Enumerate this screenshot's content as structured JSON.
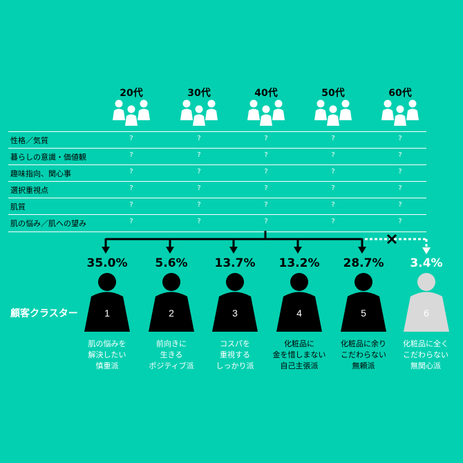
{
  "age_groups": [
    "20代",
    "30代",
    "40代",
    "50代",
    "60代"
  ],
  "row_labels": [
    "性格／気質",
    "暮らしの意識・価値観",
    "趣味指向、関心事",
    "選択重視点",
    "肌質",
    "肌の悩み／肌への望み"
  ],
  "cell_value": "?",
  "cluster_title": "顧客クラスター",
  "clusters": [
    {
      "number": "1",
      "percent": "35.0%",
      "desc": [
        "肌の悩みを",
        "解決したい",
        "慎重派"
      ],
      "selected": true
    },
    {
      "number": "2",
      "percent": "5.6%",
      "desc": [
        "前向きに",
        "生きる",
        "ポジティブ派"
      ],
      "selected": true
    },
    {
      "number": "3",
      "percent": "13.7%",
      "desc": [
        "コスパを",
        "重視する",
        "しっかり派"
      ],
      "selected": true
    },
    {
      "number": "4",
      "percent": "13.2%",
      "desc": [
        "化粧品に",
        "金を惜しまない",
        "自己主張派"
      ],
      "selected": true
    },
    {
      "number": "5",
      "percent": "28.7%",
      "desc": [
        "化粧品に余り",
        "こだわらない",
        "無頼派"
      ],
      "selected": true
    },
    {
      "number": "6",
      "percent": "3.4%",
      "desc": [
        "化粧品に全く",
        "こだわらない",
        "無関心派"
      ],
      "selected": false
    }
  ],
  "colors": {
    "background": "#03d0b0",
    "figure": "#000000",
    "excluded": "#d9d9d9",
    "line": "#ffffff"
  }
}
